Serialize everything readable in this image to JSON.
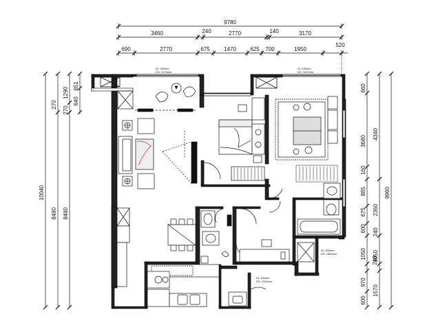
{
  "top_dims": {
    "total": "9780",
    "row2": [
      "3460",
      "240",
      "2770",
      "140",
      "3170"
    ],
    "row3": [
      "690",
      "2770",
      "675",
      "1470",
      "625",
      "700",
      "1950",
      "520"
    ]
  },
  "left_dims": {
    "col1": [
      "10040"
    ],
    "col2": [
      "270",
      "8480"
    ],
    "col3": [
      "1290",
      "270",
      "8480"
    ],
    "col4": [
      "651",
      "640"
    ]
  },
  "right_dims": {
    "col1": [
      "660",
      "3680",
      "160",
      "885",
      "675",
      "600",
      "1050",
      "240",
      "970",
      "600"
    ],
    "col2": [
      "4340",
      "2360",
      "240",
      "1050",
      "1570"
    ],
    "col3": [
      "9960"
    ]
  },
  "room_notes": {
    "living": [
      "DI: 150mm",
      "DS: 2176mm"
    ],
    "bedroom": [
      "DI: 635mm",
      "DS: 1637mm"
    ],
    "bath": [
      "DI: 602mm",
      "DS: 1660mm"
    ],
    "kitchen": [
      "DI: 150mm",
      "DS: 2140mm"
    ]
  }
}
